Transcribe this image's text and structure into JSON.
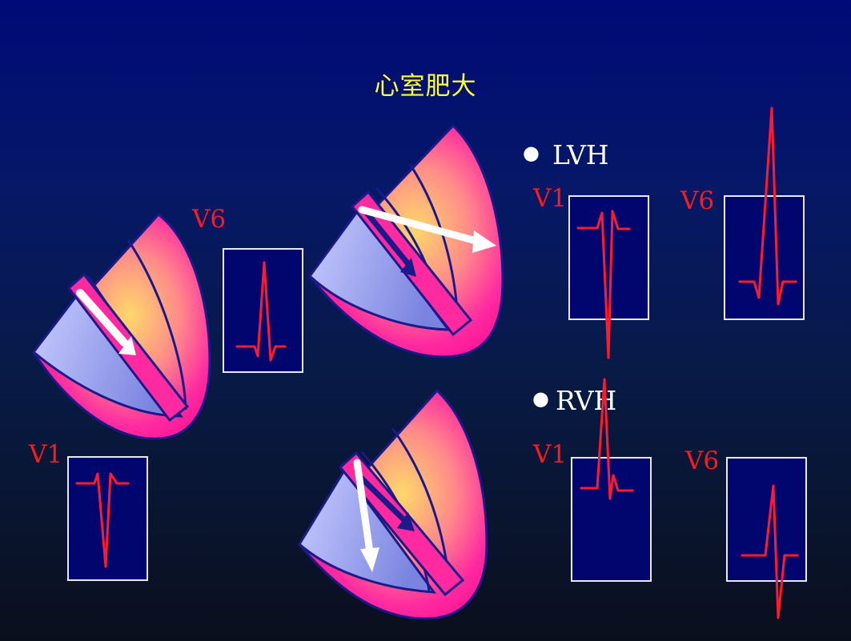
{
  "title": "心室肥大",
  "normal": {
    "v6_label": "V6",
    "v1_label": "V1"
  },
  "lvh": {
    "bullet": "LVH",
    "v1_label": "V1",
    "v6_label": "V6"
  },
  "rvh": {
    "bullet": "RVH",
    "v1_label": "V1",
    "v6_label": "V6"
  },
  "colors": {
    "title": "#ffff33",
    "lead_label": "#ff1a1a",
    "ecg_trace": "#ff1a2e",
    "box_fill": "#00066e",
    "heart_pink": "#ff1493",
    "heart_yellow": "#ffd060",
    "septum_blue": "#b0b8ff",
    "vector_arrow": "#ffffff",
    "outline": "#1a1a8a"
  },
  "icons": [
    "heart-section-normal",
    "heart-section-lvh",
    "heart-section-rvh",
    "depolarization-vector-arrow",
    "ecg-waveform"
  ]
}
